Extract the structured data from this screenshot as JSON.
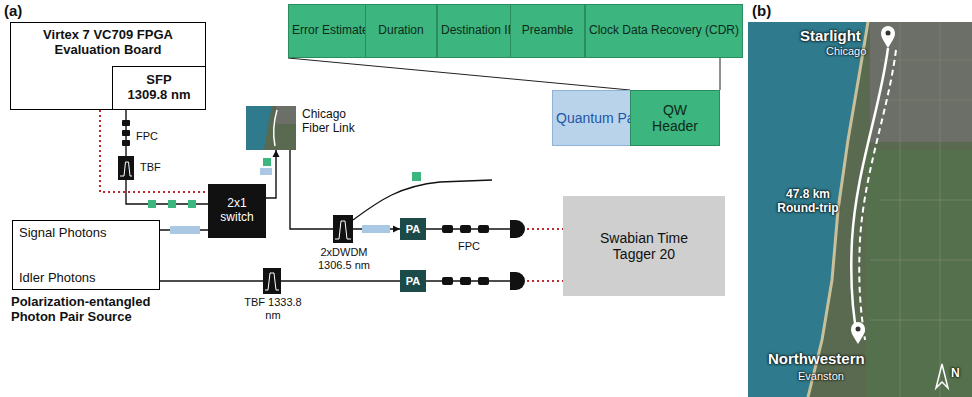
{
  "diagram": {
    "nodes": [
      {
        "text": [
          "Virtex 7 VC709 FPGA Evaluation Board"
        ]
      },
      {
        "text": [
          "SFP 1309.8 nm"
        ],
        "in": 0
      },
      {
        "text": [
          "Error Estimates"
        ]
      },
      {
        "text": [
          "Duration"
        ]
      },
      {
        "text": [
          "Destination ID"
        ]
      },
      {
        "text": [
          "Preamble"
        ]
      },
      {
        "text": [
          "Clock Data Recovery (CDR)"
        ]
      },
      {
        "text": [
          "Quantum Payload"
        ]
      },
      {
        "text": [
          "QW Header"
        ]
      },
      {
        "text": [
          "Chicago Fiber Link"
        ]
      },
      {
        "text": [
          "2x1 switch"
        ]
      },
      {
        "text": [
          "PA"
        ]
      },
      {
        "text": [
          "Swabian Time Tagger 20"
        ]
      },
      {
        "text": [
          "Signal Photons",
          "Idler Photons",
          "Polarization-entangled Photon Pair Source"
        ]
      },
      {
        "text": [
          "PA"
        ]
      }
    ],
    "edges": [
      {
        "from": 0,
        "to": 10,
        "arrow": "none"
      },
      {
        "from": 1,
        "to": 10,
        "arrow": "none"
      },
      {
        "from": 13,
        "to": 10,
        "arrow": "none"
      },
      {
        "from": 10,
        "to": 9,
        "arrow": "to"
      },
      {
        "from": 9,
        "to": 11,
        "arrow": "to"
      },
      {
        "from": 13,
        "to": 14,
        "arrow": "none"
      },
      {
        "from": 11,
        "to": 12,
        "arrow": "none"
      },
      {
        "from": 14,
        "to": 12,
        "arrow": "none"
      }
    ],
    "labels": [
      "(a)",
      "FPC",
      "TBF",
      "2xDWDM 1306.5 nm",
      "FPC",
      "TBF 1333.8 nm",
      "(b)",
      "Starlight",
      "Chicago",
      "47.8 km Round-trip",
      "Northwestern",
      "Evanston",
      "N"
    ]
  }
}
